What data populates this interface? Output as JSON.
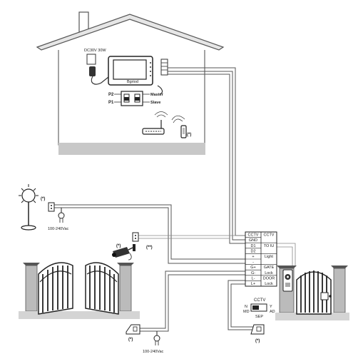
{
  "house": {
    "power_label": "DC30V 30W",
    "monitor_brand": "Bgriod",
    "master_label": "Master",
    "slave_label": "Slave",
    "p2_label": "P2",
    "p1_label": "P1",
    "optional_mark": "(*)"
  },
  "lamp": {
    "optional_mark": "(*)",
    "voltage": "100-240Vac"
  },
  "camera": {
    "optional_mark": "(*)",
    "double_mark": "(**)"
  },
  "terminal_block": {
    "rows": [
      {
        "left": "CCTV",
        "right": "CCTV"
      },
      {
        "left": "GND",
        "right": ""
      },
      {
        "left": "D1",
        "right": "TO IU"
      },
      {
        "left": "D2",
        "right": ""
      },
      {
        "left": "+",
        "right": "Light"
      },
      {
        "left": "-",
        "right": ""
      },
      {
        "left": "G+",
        "right": "GATE"
      },
      {
        "left": "G-",
        "right": "Lock"
      },
      {
        "left": "L-",
        "right": "DOOR"
      },
      {
        "left": "L+",
        "right": "Lock"
      }
    ]
  },
  "switch": {
    "title": "CCTV",
    "left_top": "N",
    "left_bottom": "MD",
    "right_top": "Y",
    "right_bottom": "AD",
    "bottom": "SEP"
  },
  "bottom": {
    "gate_motor_mark": "(*)",
    "voltage": "100-240Vac",
    "door_lock_mark": "(*)"
  }
}
